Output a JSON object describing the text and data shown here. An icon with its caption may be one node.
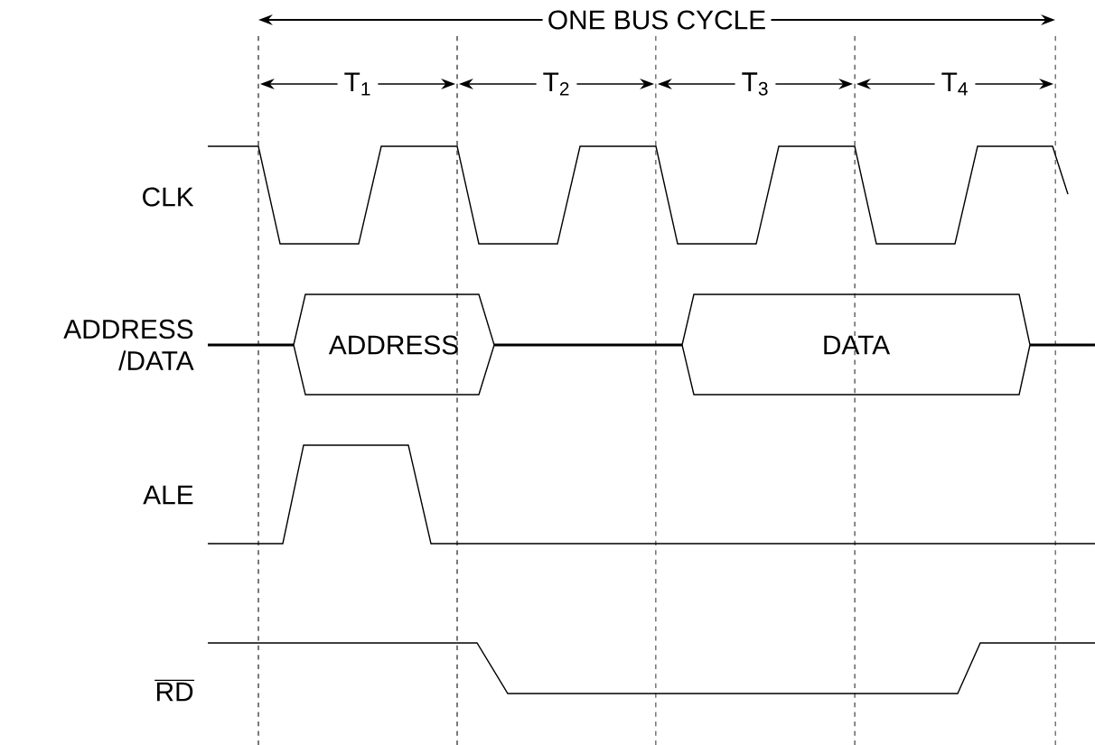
{
  "diagram": {
    "nodes": [
      {
        "text": [
          "ADDRESS"
        ]
      },
      {
        "text": [
          "DATA"
        ]
      }
    ],
    "labels": [
      "ONE BUS CYCLE",
      "T$_{1}$",
      "T$_{2}$",
      "T$_{3}$",
      "T$_{4}$",
      "CLK",
      "ADDRESS /DATA",
      "ALE",
      "RD"
    ]
  }
}
